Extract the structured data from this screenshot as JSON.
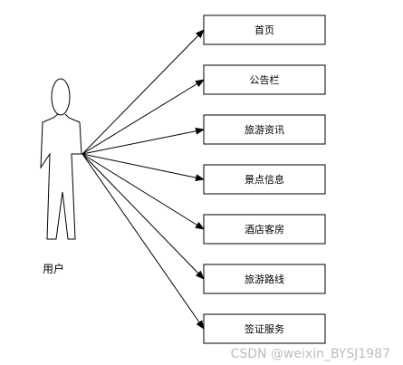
{
  "actor": {
    "label": "用户",
    "icon": "stick-figure-icon"
  },
  "use_cases": [
    {
      "label": "首页"
    },
    {
      "label": "公告栏"
    },
    {
      "label": "旅游资讯"
    },
    {
      "label": "景点信息"
    },
    {
      "label": "酒店客房"
    },
    {
      "label": "旅游路线"
    },
    {
      "label": "签证服务"
    }
  ],
  "watermark": "CSDN @weixin_BYSJ1987",
  "colors": {
    "stroke": "#000000",
    "background": "#ffffff",
    "watermark": "#bdbdbd"
  }
}
